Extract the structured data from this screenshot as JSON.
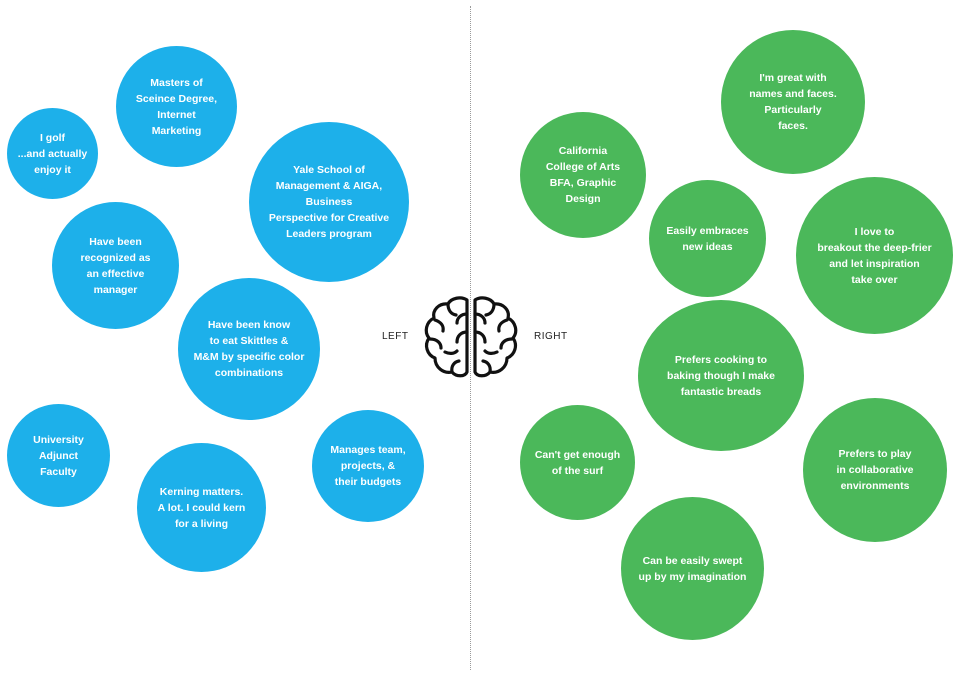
{
  "labels": {
    "left": "LEFT",
    "right": "RIGHT"
  },
  "colors": {
    "left": "#1db0ea",
    "right": "#4bb85a"
  },
  "icon": "brain-icon",
  "left_bubbles": [
    "Masters of\nSceince Degree,\nInternet\nMarketing",
    "I golf\n...and actually\nenjoy it",
    "Yale School of\nManagement & AIGA,\nBusiness\nPerspective for Creative\nLeaders program",
    "Have been\nrecognized as\nan effective\nmanager",
    "Have been know\nto eat Skittles &\nM&M by specific color\ncombinations",
    "University\nAdjunct\nFaculty",
    "Manages team,\nprojects, &\ntheir budgets",
    "Kerning matters.\nA lot. I could kern\nfor a living"
  ],
  "right_bubbles": [
    "I'm great with\nnames and faces.\nParticularly\nfaces.",
    "California\nCollege of Arts\nBFA, Graphic\nDesign",
    "Easily embraces\nnew ideas",
    "I love to\nbreakout the deep-frier\nand let inspiration\ntake over",
    "Prefers cooking to\nbaking though I make\nfantastic breads",
    "Can't get enough\nof the surf",
    "Prefers to play\nin collaborative\nenvironments",
    "Can be easily swept\nup by my imagination"
  ]
}
